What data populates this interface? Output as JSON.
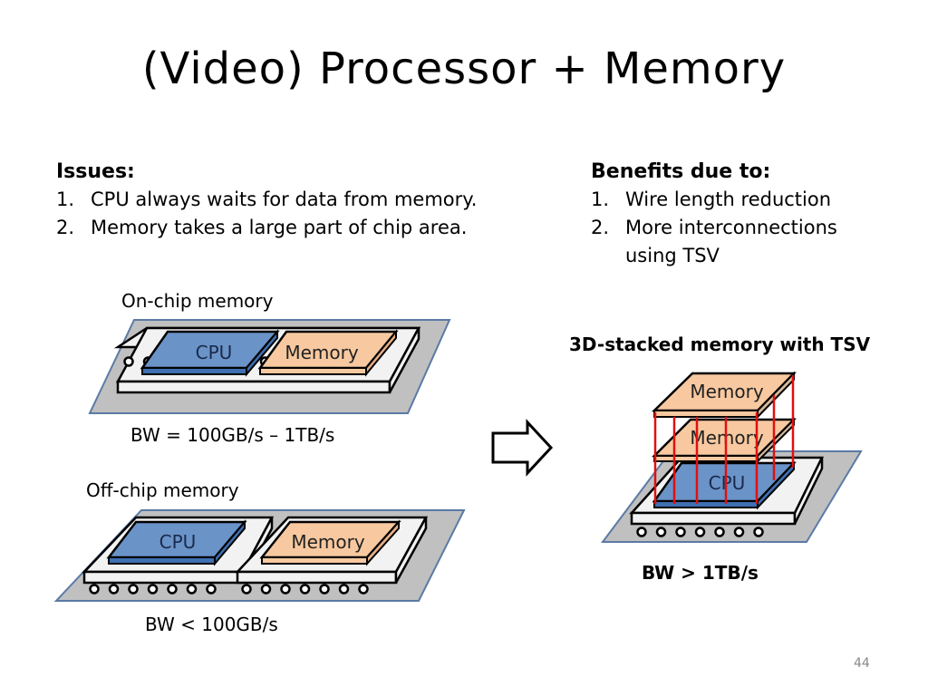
{
  "slide": {
    "title": "(Video) Processor + Memory",
    "page_number": "44"
  },
  "issues": {
    "heading": "Issues:",
    "items": [
      {
        "num": "1.",
        "text": "CPU always waits for data from memory."
      },
      {
        "num": "2.",
        "text": "Memory takes a large part of chip area."
      }
    ]
  },
  "benefits": {
    "heading": "Benefits due to:",
    "items": [
      {
        "num": "1.",
        "text": "Wire length reduction"
      },
      {
        "num": "2.",
        "text": "More interconnections using TSV"
      }
    ]
  },
  "diagrams": {
    "on_chip": {
      "caption": "On-chip memory",
      "cpu_label": "CPU",
      "memory_label": "Memory",
      "bandwidth": "BW = 100GB/s – 1TB/s"
    },
    "off_chip": {
      "caption": "Off-chip memory",
      "cpu_label": "CPU",
      "memory_label": "Memory",
      "bandwidth": "BW < 100GB/s"
    },
    "stacked": {
      "caption": "3D-stacked memory with TSV",
      "memory_top_label": "Memory",
      "memory_mid_label": "Memory",
      "cpu_label": "CPU",
      "bandwidth": "BW > 1TB/s"
    }
  },
  "colors": {
    "cpu": "#6a93c8",
    "cpu_edge": "#3e6fb0",
    "memory": "#f8c9a0",
    "board": "#c0c0c0",
    "board_border": "#5b7aa6",
    "package": "#f2f2f2",
    "tsv": "#e01010"
  }
}
